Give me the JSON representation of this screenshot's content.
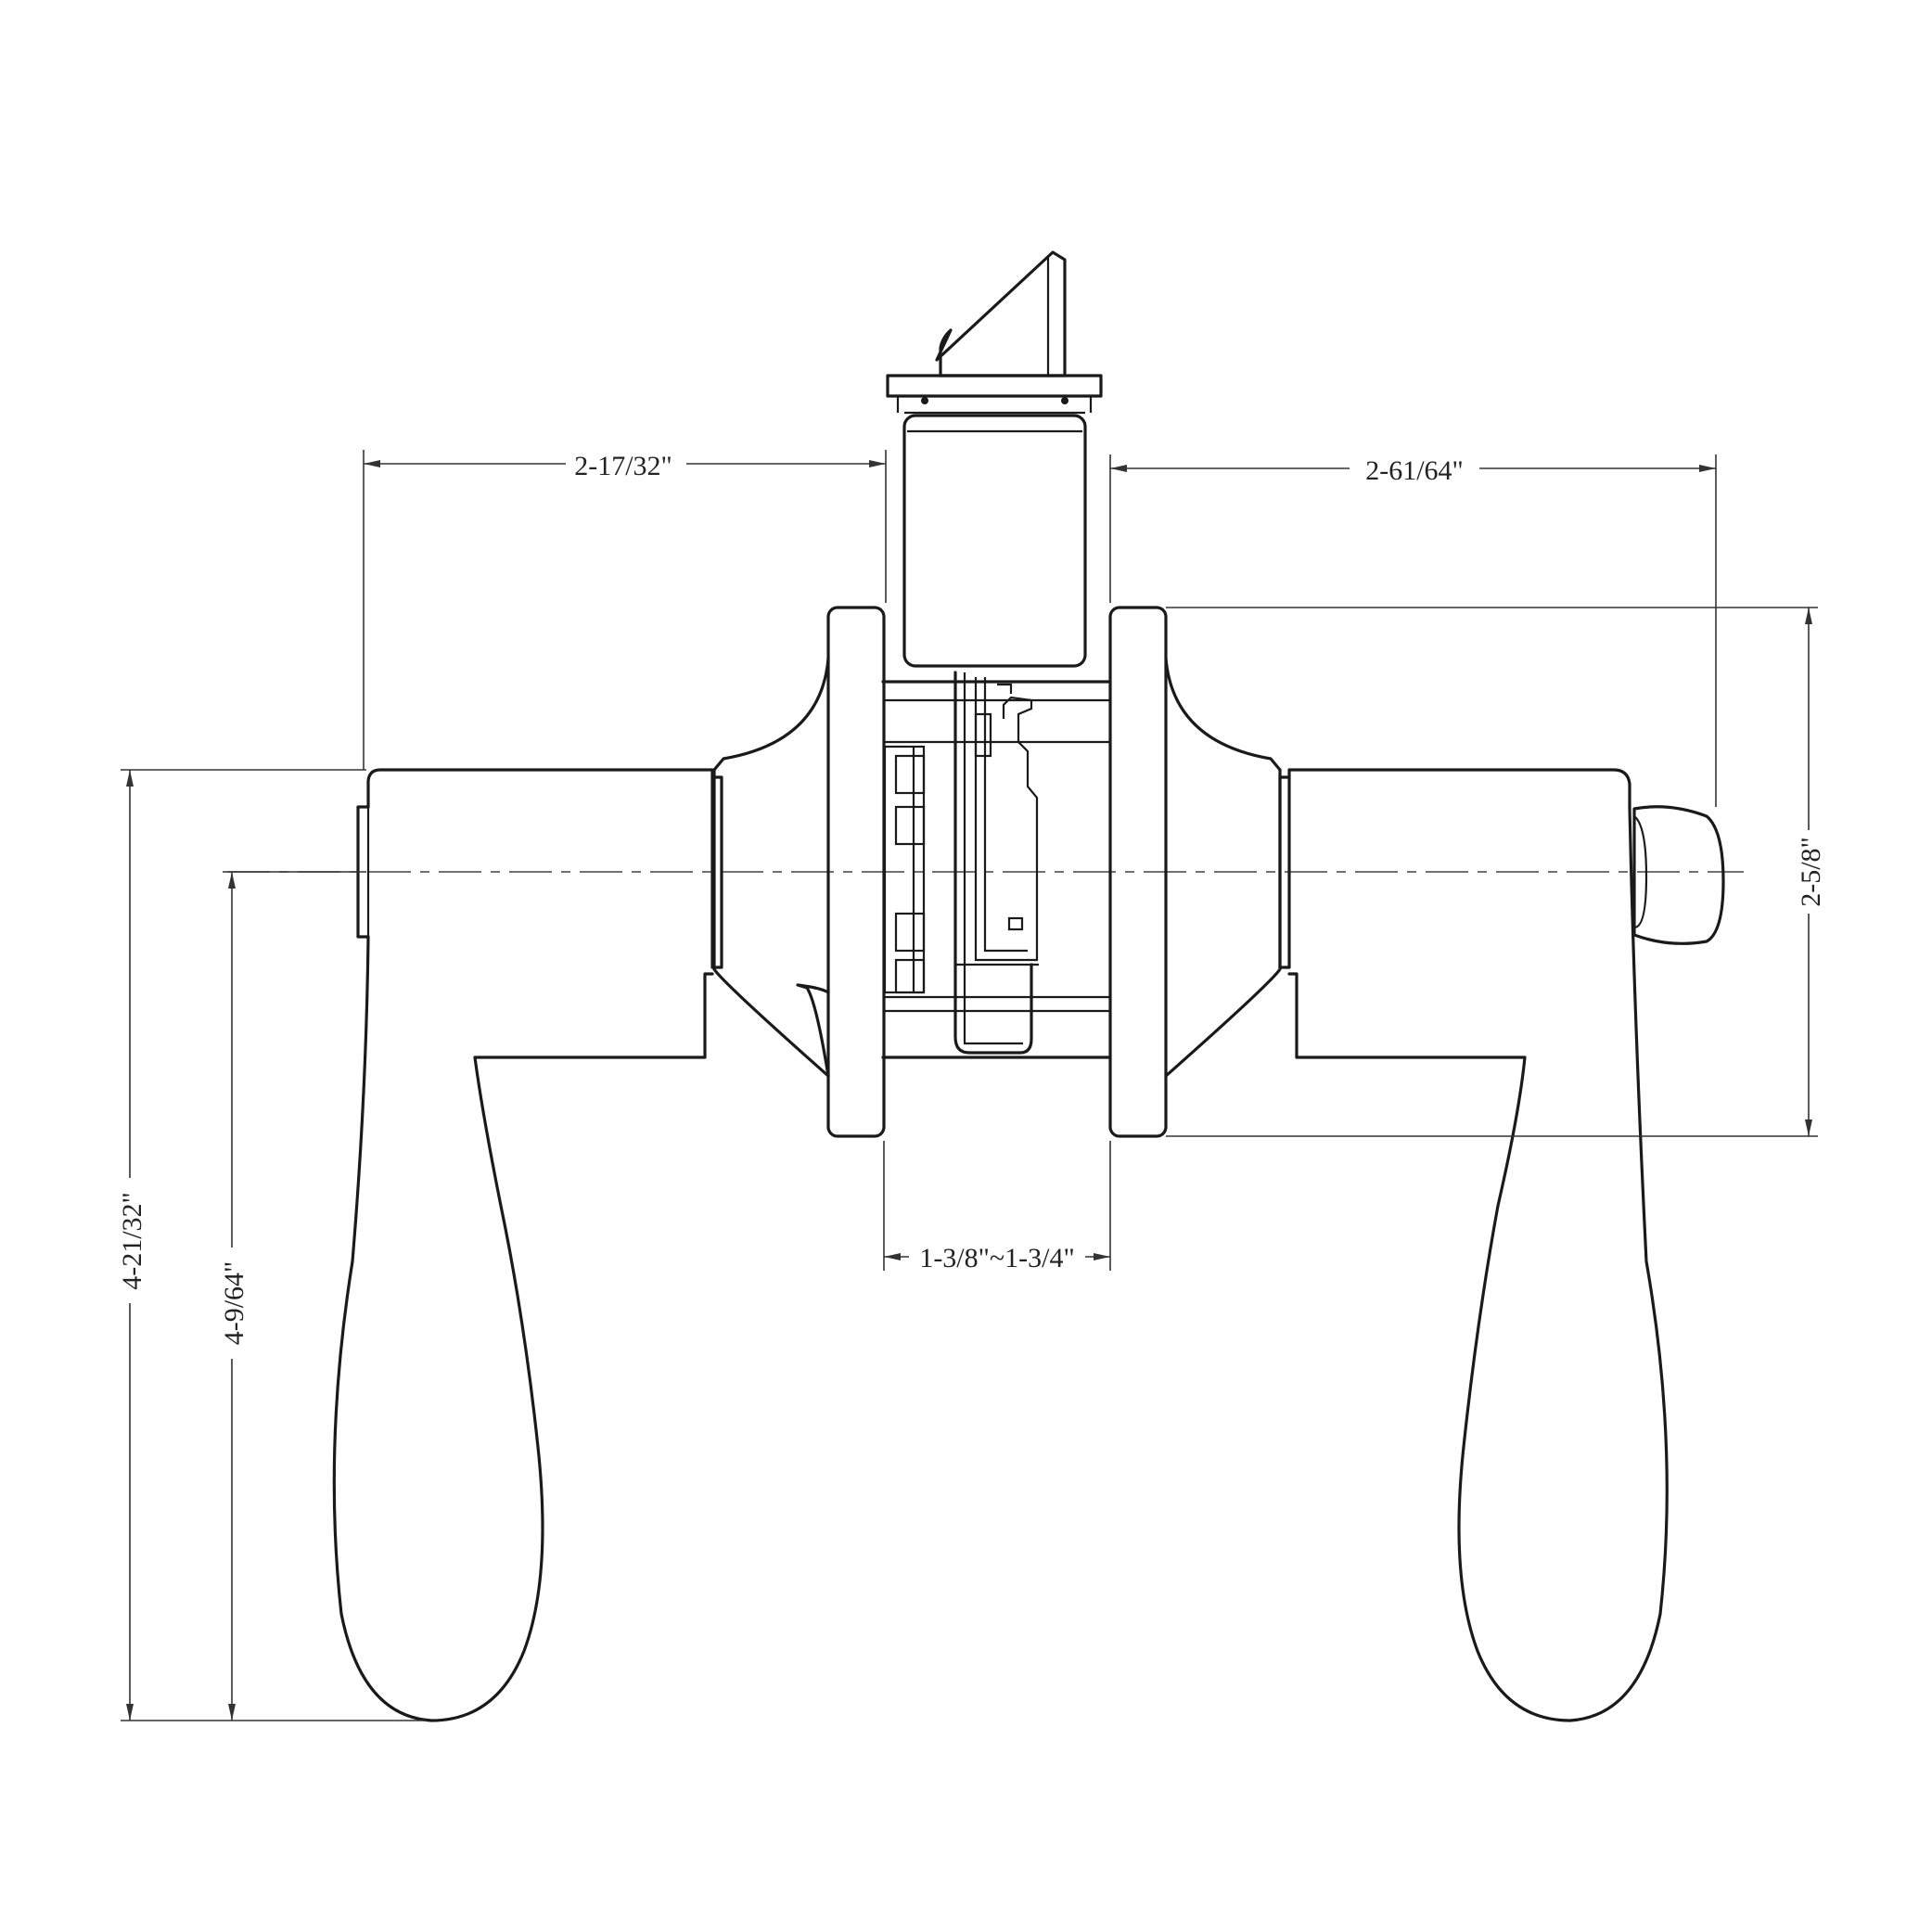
{
  "drawing": {
    "stroke_color": "#1a1a1a",
    "background": "#ffffff"
  },
  "dimensions": {
    "left_lever_projection": "2-17/32\"",
    "right_lever_projection": "2-61/64\"",
    "rose_diameter": "2-5/8\"",
    "door_thickness": "1-3/8\"~1-3/4\"",
    "overall_lever_height": "4-21/32\"",
    "centerline_to_lever_end": "4-9/64\""
  }
}
